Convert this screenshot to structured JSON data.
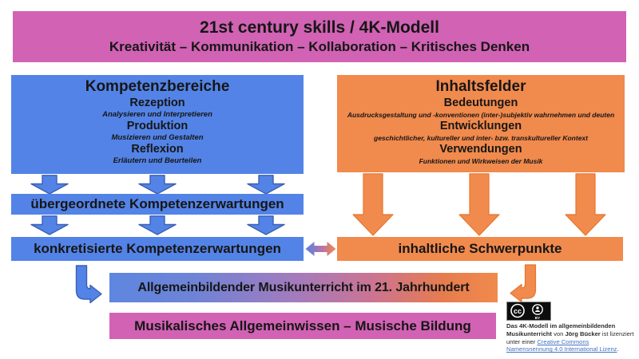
{
  "colors": {
    "pink": "#d162b4",
    "blue": "#5383e6",
    "blue_dark": "#3a60b2",
    "orange": "#f18a4d",
    "orange_dark": "#e8752b",
    "link_blue": "#4472c4"
  },
  "banner": {
    "title": "21st century skills / 4K-Modell",
    "subtitle": "Kreativität – Kommunikation – Kollaboration – Kritisches Denken"
  },
  "competence_box": {
    "title": "Kompetenzbereiche",
    "items": [
      {
        "label": "Rezeption",
        "detail": "Analysieren und Interpretieren"
      },
      {
        "label": "Produktion",
        "detail": "Musizieren und Gestalten"
      },
      {
        "label": "Reflexion",
        "detail": "Erläutern und Beurteilen"
      }
    ]
  },
  "content_box": {
    "title": "Inhaltsfelder",
    "items": [
      {
        "label": "Bedeutungen",
        "detail": "Ausdrucksgestaltung und -konventionen (inter-)subjektiv wahrnehmen und deuten"
      },
      {
        "label": "Entwicklungen",
        "detail": "geschichtlicher, kultureller und inter- bzw. transkultureller Kontext"
      },
      {
        "label": "Verwendungen",
        "detail": "Funktionen und Wirkweisen der Musik"
      }
    ]
  },
  "bars": {
    "superordinate": "übergeordnete Kompetenzerwartungen",
    "concretized": "konkretisierte Kompetenzerwartungen",
    "content_focus": "inhaltliche Schwerpunkte",
    "gradient_bar": "Allgemeinbildender Musikunterricht im 21. Jahrhundert",
    "bottom_bar": "Musikalisches Allgemeinwissen – Musische Bildung"
  },
  "license": {
    "badge_cc": "cc",
    "badge_by": "BY",
    "title_bold": "Das 4K-Modell im allgemeinbildenden Musikunterricht",
    "by_text": " von ",
    "author_bold": "Jörg Bücker",
    "middle_text": " ist lizenziert unter einer ",
    "link_text": "Creative Commons Namensnennung 4.0 International Lizenz",
    "period": "."
  }
}
